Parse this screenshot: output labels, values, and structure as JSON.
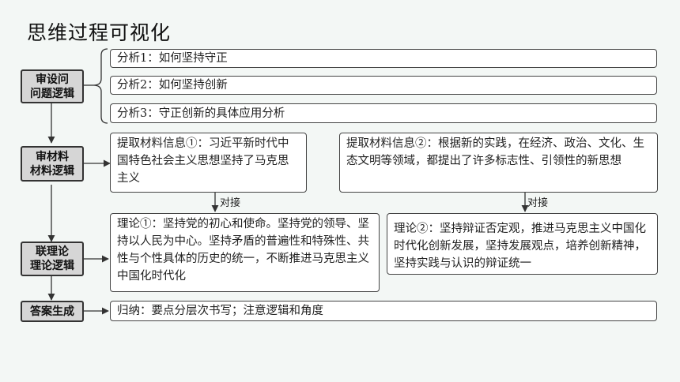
{
  "title": "思维过程可视化",
  "stages": [
    {
      "line1": "审设问",
      "line2": "问题逻辑"
    },
    {
      "line1": "审材料",
      "line2": "材料逻辑"
    },
    {
      "line1": "联理论",
      "line2": "理论逻辑"
    },
    {
      "line1": "答案生成",
      "line2": ""
    }
  ],
  "questions": [
    "分析1：如何坚持守正",
    "分析2：如何坚持创新",
    "分析3：守正创新的具体应用分析"
  ],
  "materials": [
    "提取材料信息①：习近平新时代中国特色社会主义思想坚持了马克思主义",
    "提取材料信息②：根据新的实践，在经济、政治、文化、生态文明等领域，都提出了许多标志性、引领性的新思想"
  ],
  "connector_label": "对接",
  "theories": [
    "理论①：坚持党的初心和使命。坚持党的领导、坚持以人民为中心。坚持矛盾的普遍性和特殊性、共性与个性具体的历史的统一，不断推进马克思主义中国化时代化",
    "理论②：坚持辩证否定观，推进马克思主义中国化时代化创新发展，坚持发展观点，培养创新精神，坚持实践与认识的辩证统一"
  ],
  "answer": "归纳：要点分层次书写；注意逻辑和角度"
}
